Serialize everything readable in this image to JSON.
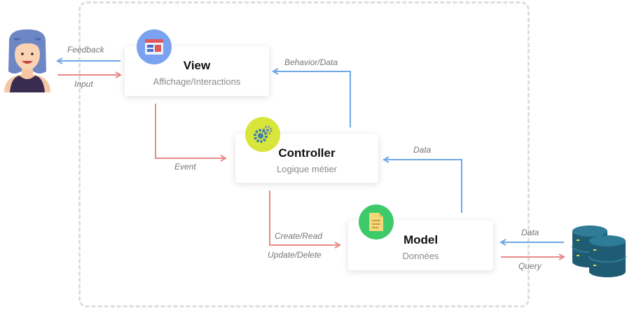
{
  "view": {
    "title": "View",
    "subtitle": "Affichage/Interactions"
  },
  "controller": {
    "title": "Controller",
    "subtitle": "Logique métier"
  },
  "model": {
    "title": "Model",
    "subtitle": "Données"
  },
  "labels": {
    "feedback": "Feedback",
    "input": "Input",
    "behavior_data": "Behavior/Data",
    "event": "Event",
    "data_to_controller": "Data",
    "create_read": "Create/Read",
    "update_delete": "Update/Delete",
    "data_from_db": "Data",
    "query": "Query"
  },
  "colors": {
    "blue_arrow": "#6ea8e6",
    "red_arrow": "#e88a8a",
    "view_badge": "#7aa2f0",
    "controller_badge": "#d8e53a",
    "model_badge": "#3ec96b",
    "database": "#1f5c73"
  },
  "icons": {
    "user": "woman-avatar-icon",
    "view": "window-icon",
    "controller": "gears-icon",
    "model": "document-icon",
    "database": "database-icon"
  }
}
